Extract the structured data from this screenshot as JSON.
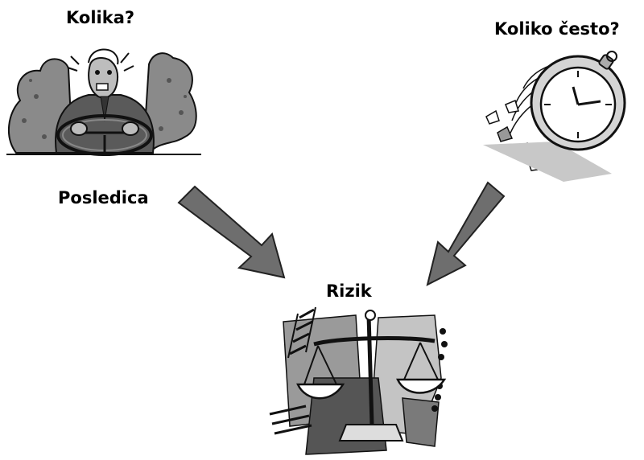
{
  "labels": {
    "how_much": "Kolika?",
    "how_often": "Koliko često?",
    "consequence": "Posledica",
    "risk": "Rizik"
  },
  "clipart": {
    "consequence_image": "stressed-driver-in-smoke",
    "frequency_image": "flying-stopwatch",
    "risk_image": "balance-scales"
  },
  "arrows": [
    {
      "from": "consequence",
      "to": "risk"
    },
    {
      "from": "frequency",
      "to": "risk"
    }
  ],
  "colors": {
    "arrow_fill": "#6e6e6e",
    "arrow_stroke": "#222222",
    "text": "#000000"
  }
}
